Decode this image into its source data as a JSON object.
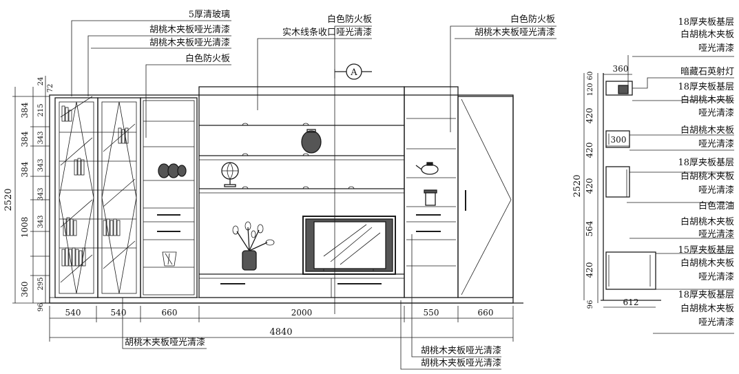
{
  "elevation": {
    "top_labels": {
      "glass": "5厚清玻璃",
      "walnut1": "胡桃木夹板哑光清漆",
      "walnut2": "胡桃木夹板哑光清漆",
      "fireproof_left": "白色防火板",
      "fireproof_mid": "白色防火板",
      "solidwood": "实木线条收口哑光清漆",
      "fireproof_right": "白色防火板",
      "walnut_right": "胡桃木夹板哑光清漆"
    },
    "bottom_labels": {
      "walnut_left": "胡桃木夹板哑光清漆",
      "walnut_bottom1": "胡桃木夹板哑光清漆",
      "walnut_bottom2": "胡桃木夹板哑光清漆"
    },
    "section_marker": "A",
    "widths": [
      "540",
      "540",
      "660",
      "2000",
      "550",
      "660"
    ],
    "total_width": "4840",
    "left_heights": [
      "24",
      "72",
      "384",
      "215",
      "384",
      "343",
      "384",
      "343",
      "1008",
      "343",
      "343",
      "360",
      "295",
      "96"
    ],
    "total_height": "2520"
  },
  "section": {
    "labels": [
      "18厚夹板基层",
      "白胡桃木夹板",
      "哑光清漆",
      "暗藏石英射灯",
      "18厚夹板基层",
      "白胡桃木夹板",
      "哑光清漆",
      "白胡桃木夹板",
      "哑光清漆",
      "18厚夹板基层",
      "白胡桃木夹板",
      "哑光清漆",
      "白色混油",
      "白胡桃木夹板",
      "哑光清漆",
      "15厚夹板基层",
      "白胡桃木夹板",
      "哑光清漆",
      "18厚夹板基层",
      "白胡桃木夹板",
      "哑光清漆"
    ],
    "top_dims": [
      "360",
      "300"
    ],
    "bottom_dim": "612",
    "left_dims": [
      "60",
      "120",
      "420",
      "420",
      "420",
      "564",
      "420",
      "96"
    ],
    "total_height": "2520"
  }
}
